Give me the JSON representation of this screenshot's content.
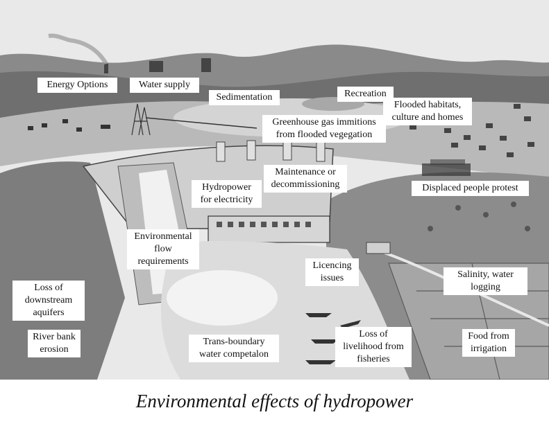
{
  "caption": "Environmental effects of hydropower",
  "labels": {
    "energy_options": "Energy Options",
    "water_supply": "Water supply",
    "sedimentation": "Sedimentation",
    "recreation": "Recreation",
    "flooded_habitats": "Flooded habitats,\nculture and homes",
    "greenhouse_gas": "Greenhouse gas immitions\nfrom flooded vegegation",
    "maintenance": "Maintenance or\ndecommissioning",
    "displaced_people": "Displaced people protest",
    "hydropower": "Hydropower\nfor electricity",
    "environmental_flow": "Environmental\nflow\nrequirements",
    "licencing": "Licencing\nissues",
    "salinity": "Salinity, water\nlogging",
    "loss_aquifers": "Loss of\ndownstream\naquifers",
    "river_bank": "River bank\nerosion",
    "trans_boundary": "Trans-boundary\nwater competalon",
    "loss_fisheries": "Loss of\nlivelihood from\nfisheries",
    "food_irrigation": "Food from\nirrigation"
  },
  "colors": {
    "sky": "#e9e9e9",
    "hills": "#6f6f6f",
    "reservoir": "#cfcfcf",
    "ground": "#9a9a9a",
    "river": "#dcdcdc",
    "ink": "#222222"
  }
}
